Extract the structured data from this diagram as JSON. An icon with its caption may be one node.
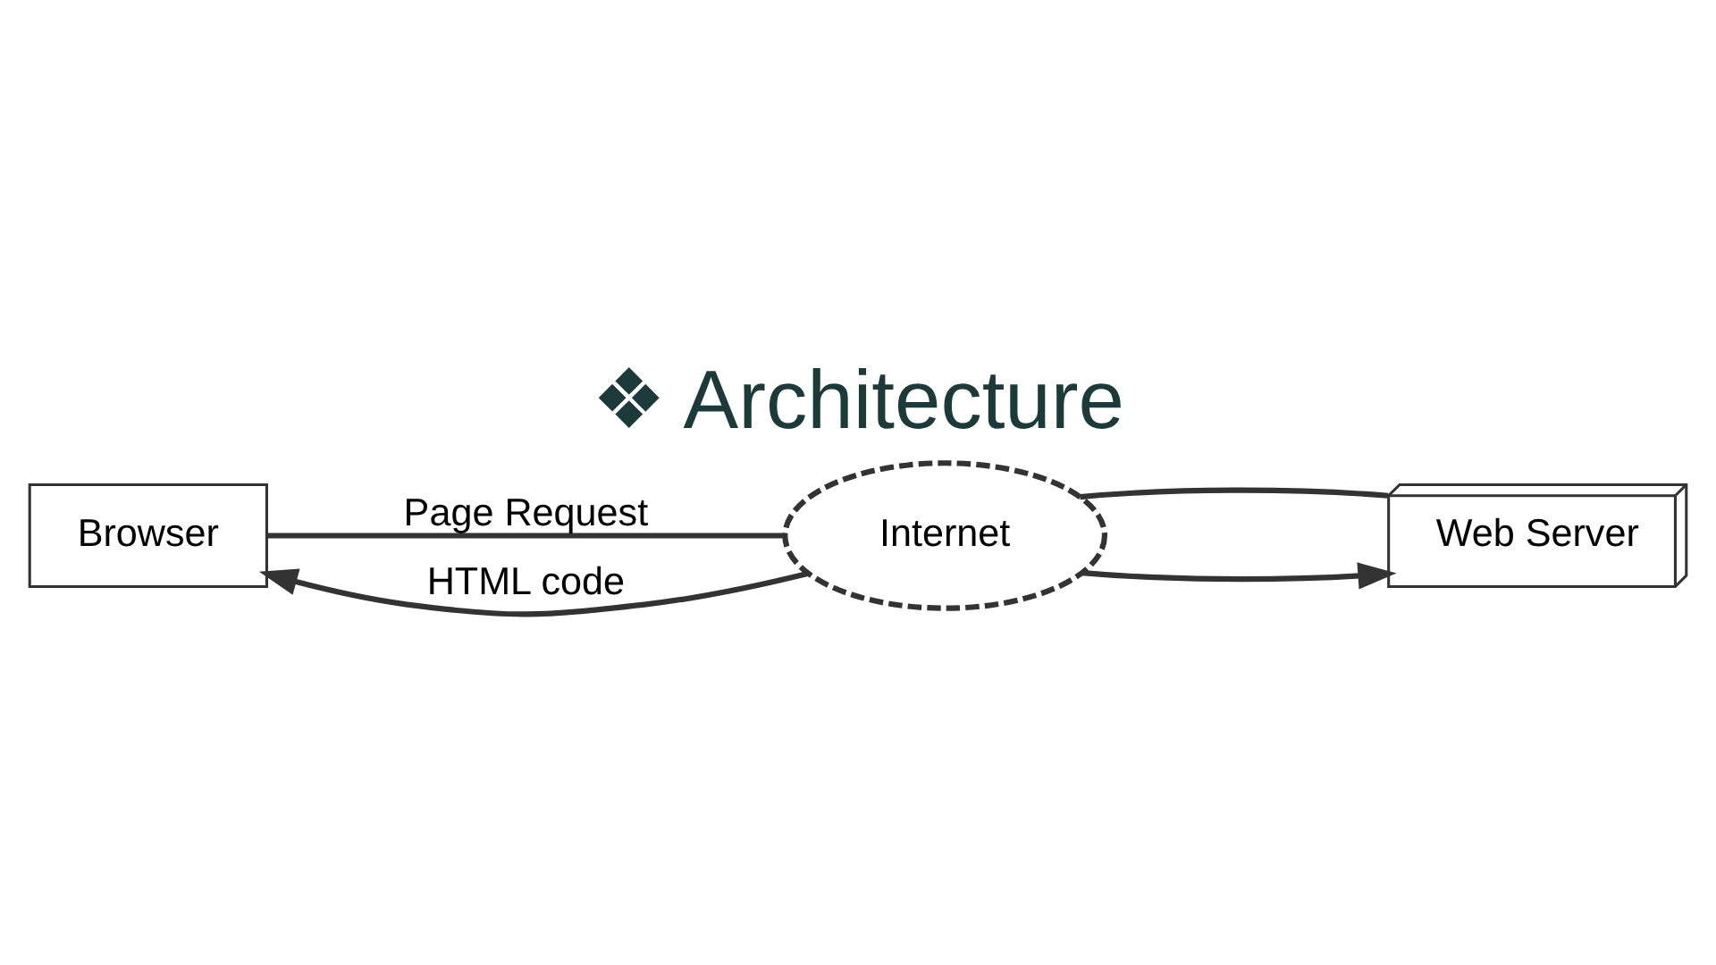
{
  "diagram": {
    "title": "❖ Architecture",
    "nodes": [
      {
        "text": [
          "Browser"
        ]
      },
      {
        "text": [
          "Internet"
        ]
      },
      {
        "text": [
          "Web Server"
        ]
      }
    ],
    "edges": [
      {
        "from": 0,
        "to": 1,
        "arrow": "none",
        "label": "Page Request"
      },
      {
        "from": 1,
        "to": 2,
        "arrow": "to"
      },
      {
        "from": 2,
        "to": 1,
        "arrow": "none"
      },
      {
        "from": 1,
        "to": 0,
        "arrow": "to",
        "label": "HTML code"
      }
    ]
  }
}
